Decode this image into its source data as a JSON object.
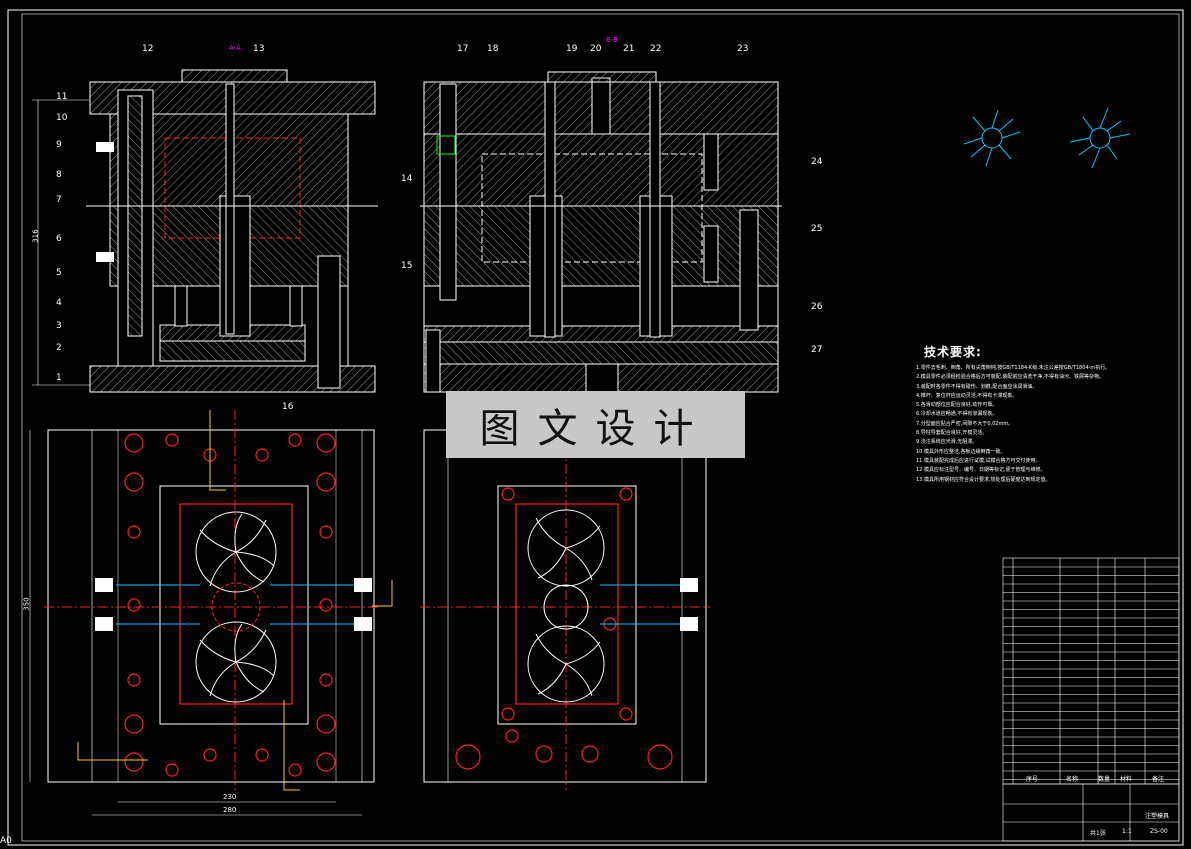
{
  "part_labels": [
    "1",
    "2",
    "3",
    "4",
    "5",
    "6",
    "7",
    "8",
    "9",
    "10",
    "11",
    "12",
    "13",
    "14",
    "15",
    "16",
    "17",
    "18",
    "19",
    "20",
    "21",
    "22",
    "23",
    "24",
    "25",
    "26",
    "27"
  ],
  "section_marks": {
    "a": "A-A",
    "b": "B-B"
  },
  "watermark": "图文设计",
  "tech_requirements": {
    "title": "技术要求:",
    "items": [
      "1.零件去毛刺、倒角、所有尖角倒钝,按GB/T1184-K级,未注公差按GB/T1804-m执行。",
      "2.模具零件必须经检验合格后方可装配,装配前应清洗干净,不得有油污、铁屑等杂物。",
      "3.装配时各零件不得有碰伤、划痕,配合面应涂润滑油。",
      "4.推杆、复位杆应运动灵活,不得有卡滞现象。",
      "5.各滑动部位应配合良好,动作可靠。",
      "6.冷却水道应畅通,不得有渗漏现象。",
      "7.分型面应贴合严密,间隙不大于0.02mm。",
      "8.导柱导套配合良好,开模灵活。",
      "9.浇注系统应光滑,无阻滞。",
      "10.模具外形应整洁,各板边缘倒角一致。",
      "11.模具装配完成后应进行试模,试模合格方可交付使用。",
      "12.模具应标注型号、编号、日期等标记,便于管理与维修。",
      "13.模具所用钢材应符合设计要求,热处理后硬度达到规定值。"
    ]
  },
  "dimensions": {
    "height_left": "316",
    "overall_h": "350",
    "width_inner": "230",
    "width_outer": "280"
  },
  "title_block": {
    "name": "注塑模具",
    "drawing_no": "ZS-00",
    "scale": "1:1",
    "sheet": "共1张",
    "header_cols": [
      "序号",
      "名称",
      "数量",
      "材料",
      "备注"
    ]
  },
  "corner_mark": "A0",
  "colors": {
    "bg": "#000000",
    "line": "#ffffff",
    "center": "#ff2020",
    "accent": "#ff00ff",
    "cyan": "#00c8ff",
    "yellow": "#ffd000",
    "green": "#00ff00"
  }
}
